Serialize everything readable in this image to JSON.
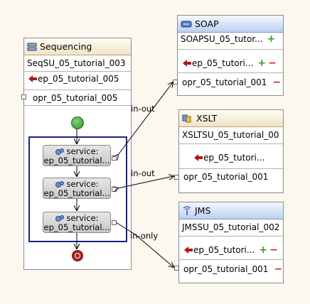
{
  "sequencing": {
    "title": "Sequencing",
    "name": "SeqSU_05_tutorial_003",
    "endpoint": "ep_05_tutorial_005",
    "operation": "opr_05_tutorial_005",
    "services": [
      {
        "line1": "service:",
        "line2": "ep_05_tutorial..."
      },
      {
        "line1": "service:",
        "line2": "ep_05_tutorial..."
      },
      {
        "line1": "service:",
        "line2": "ep_05_tutorial..."
      }
    ]
  },
  "soap": {
    "title": "SOAP",
    "name": "SOAPSU_05_tutor...",
    "endpoint": "ep_05_tutori...",
    "operation": "opr_05_tutorial_001"
  },
  "xslt": {
    "title": "XSLT",
    "name": "XSLTSU_05_tutorial_00",
    "endpoint": "ep_05_tutori...",
    "operation": "opr_05_tutorial_001"
  },
  "jms": {
    "title": "JMS",
    "name": "JMSSU_05_tutorial_002",
    "endpoint": "ep_05_tutori...",
    "operation": "opr_05_tutorial_001"
  },
  "links": [
    {
      "label": "in-out"
    },
    {
      "label": "in-out"
    },
    {
      "label": "in-only"
    }
  ],
  "icons": {
    "plus": "+",
    "minus": "−"
  }
}
